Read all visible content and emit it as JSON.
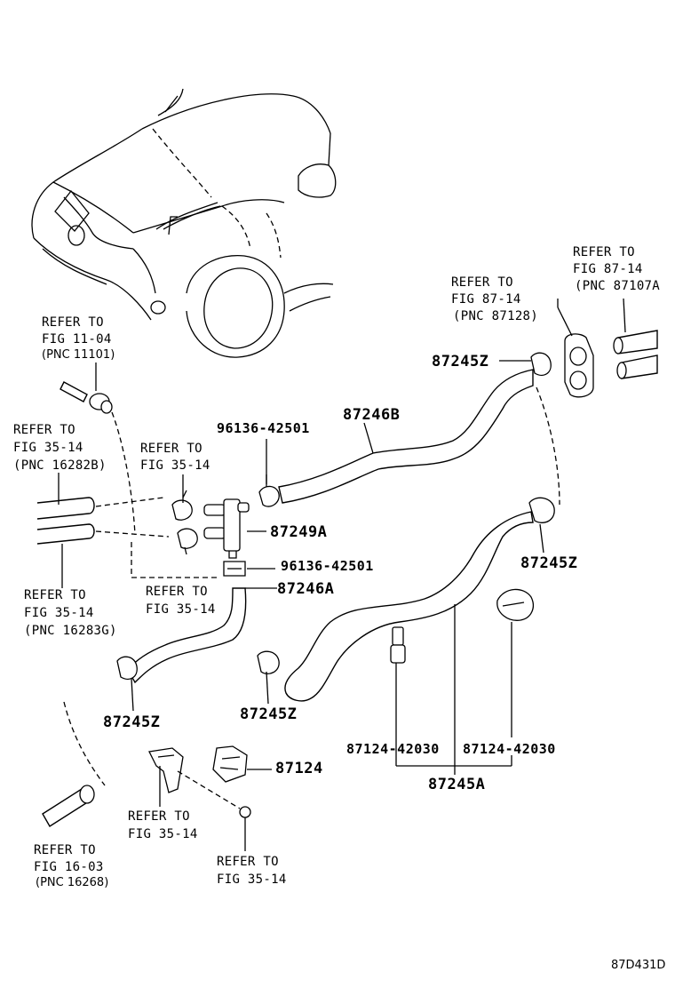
{
  "callouts": {
    "ref_fig_11_04": [
      "REFER TO",
      "FIG 11-04",
      "(PNC 11101)"
    ],
    "ref_fig_35_14_pnc_16282b": [
      "REFER TO",
      "FIG 35-14",
      "(PNC 16282B)"
    ],
    "ref_fig_35_14_clamp": [
      "REFER TO",
      "FIG 35-14"
    ],
    "ref_fig_35_14_pnc_16283g": [
      "REFER TO",
      "FIG 35-14",
      "(PNC 16283G)"
    ],
    "ref_fig_35_14_lower": [
      "REFER TO",
      "FIG 35-14"
    ],
    "ref_fig_16_03": [
      "REFER TO",
      "FIG 16-03",
      "(PNC 16268)"
    ],
    "ref_fig_35_14_bracket": [
      "REFER TO",
      "FIG 35-14"
    ],
    "ref_fig_35_14_bolt": [
      "REFER TO",
      "FIG 35-14"
    ],
    "ref_fig_87_14_pnc_87128": [
      "REFER TO",
      "FIG 87-14",
      "(PNC 87128)"
    ],
    "ref_fig_87_14_pnc_87107a": [
      "REFER TO",
      "FIG 87-14",
      "(PNC 87107A"
    ]
  },
  "part_numbers": {
    "p87245z_top": "87245Z",
    "p87246b": "87246B",
    "p96136_upper": "96136-42501",
    "p87249a": "87249A",
    "p96136_lower": "96136-42501",
    "p87246a": "87246A",
    "p87245z_right": "87245Z",
    "p87245z_left": "87245Z",
    "p87245z_mid": "87245Z",
    "p87124_left": "87124-42030",
    "p87124_right": "87124-42030",
    "p87245a": "87245A",
    "p87124": "87124"
  },
  "diagram_code": "87D431D"
}
